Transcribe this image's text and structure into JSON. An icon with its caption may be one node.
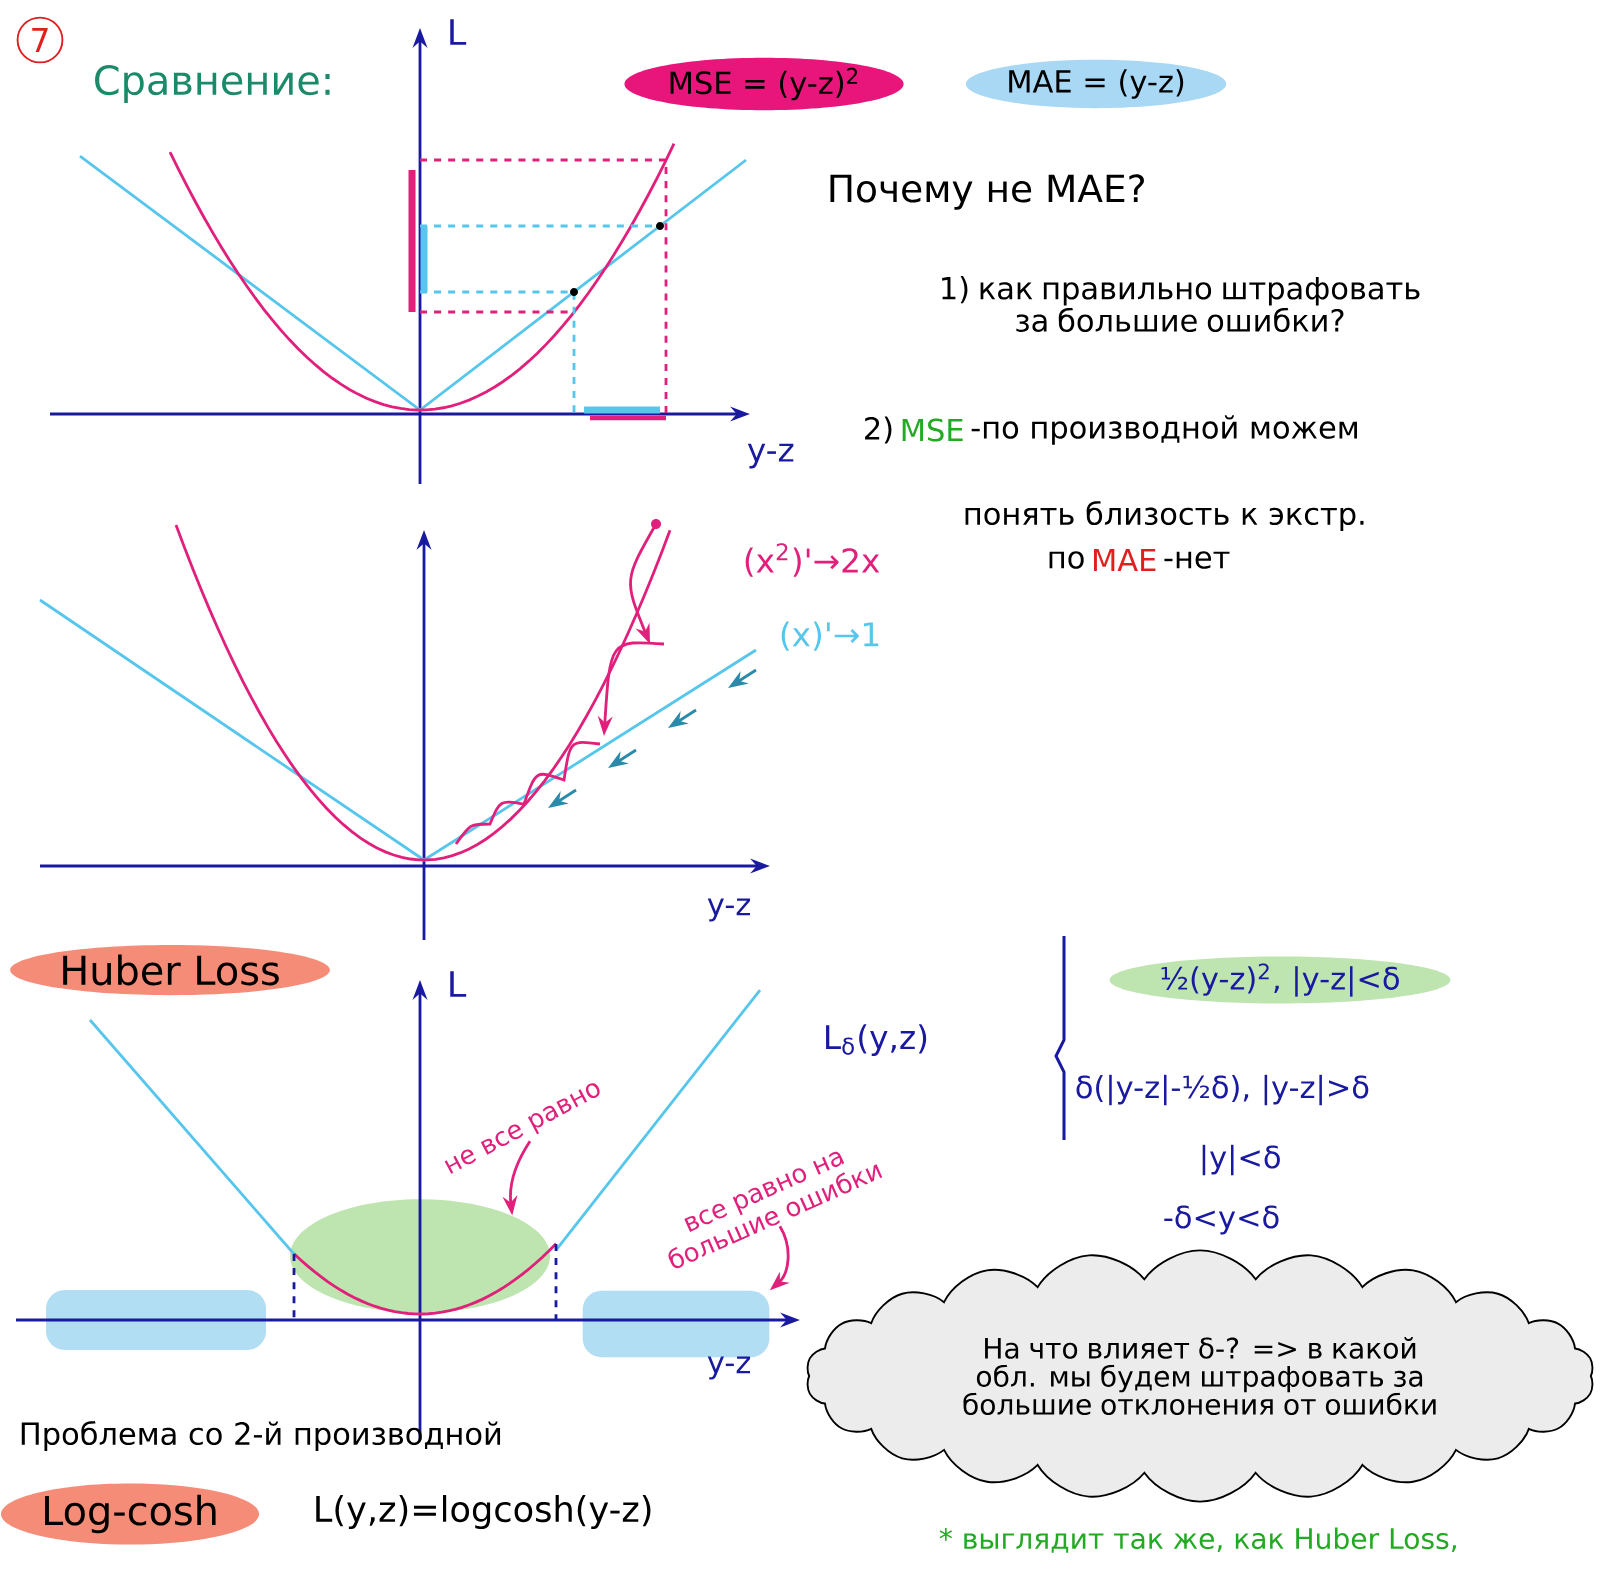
{
  "diagram": {
    "nodes": [
      {
        "text": [
          "7"
        ]
      },
      {
        "text": [
          "MSE = (y-z)$^{2}$"
        ]
      },
      {
        "text": [
          "MAE = (y-z)"
        ]
      },
      {
        "text": [
          "Huber Loss"
        ]
      },
      {
        "text": [
          "Log-cosh"
        ]
      },
      {
        "text": [
          "На что влияет δ-? => в какой обл. мы будем штрафовать за большие отклонения от ошибки"
        ]
      },
      {
        "text": [
          "½(y-z)$^{2}$, |y-z|<δ"
        ]
      },
      {
        "text": [],
        "shape": "ellipse"
      },
      {
        "text": [],
        "shape": "bar"
      },
      {
        "text": [],
        "shape": "bar"
      },
      {
        "text": [
          "не все равно"
        ]
      },
      {
        "text": [
          "все равно на большие ошибки"
        ]
      }
    ],
    "edges": [
      {
        "from": 10,
        "to": 7,
        "arrow": "to"
      },
      {
        "from": 11,
        "to": 9,
        "arrow": "to"
      }
    ],
    "labels": [
      "Сравнение:",
      "L",
      "y-z",
      "Почему не MAE?",
      "1) как правильно штрафовать за большие ошибки?",
      "2)",
      "MSE",
      "-по производной можем",
      "понять близость к экстр.",
      "по",
      "MAE",
      "-нет",
      "(x$^{2}$)'→2x",
      "(x)'→1",
      "y-z",
      "L",
      "y-z",
      "L$_{δ}$(y,z)",
      "δ(|y-z|-½δ), |y-z|>δ",
      "|y|<δ",
      "-δ<y<δ",
      "Проблема со 2-й производной",
      "L(y,z)=logcosh(y-z)",
      "* выглядит так же, как Huber Loss,"
    ]
  }
}
